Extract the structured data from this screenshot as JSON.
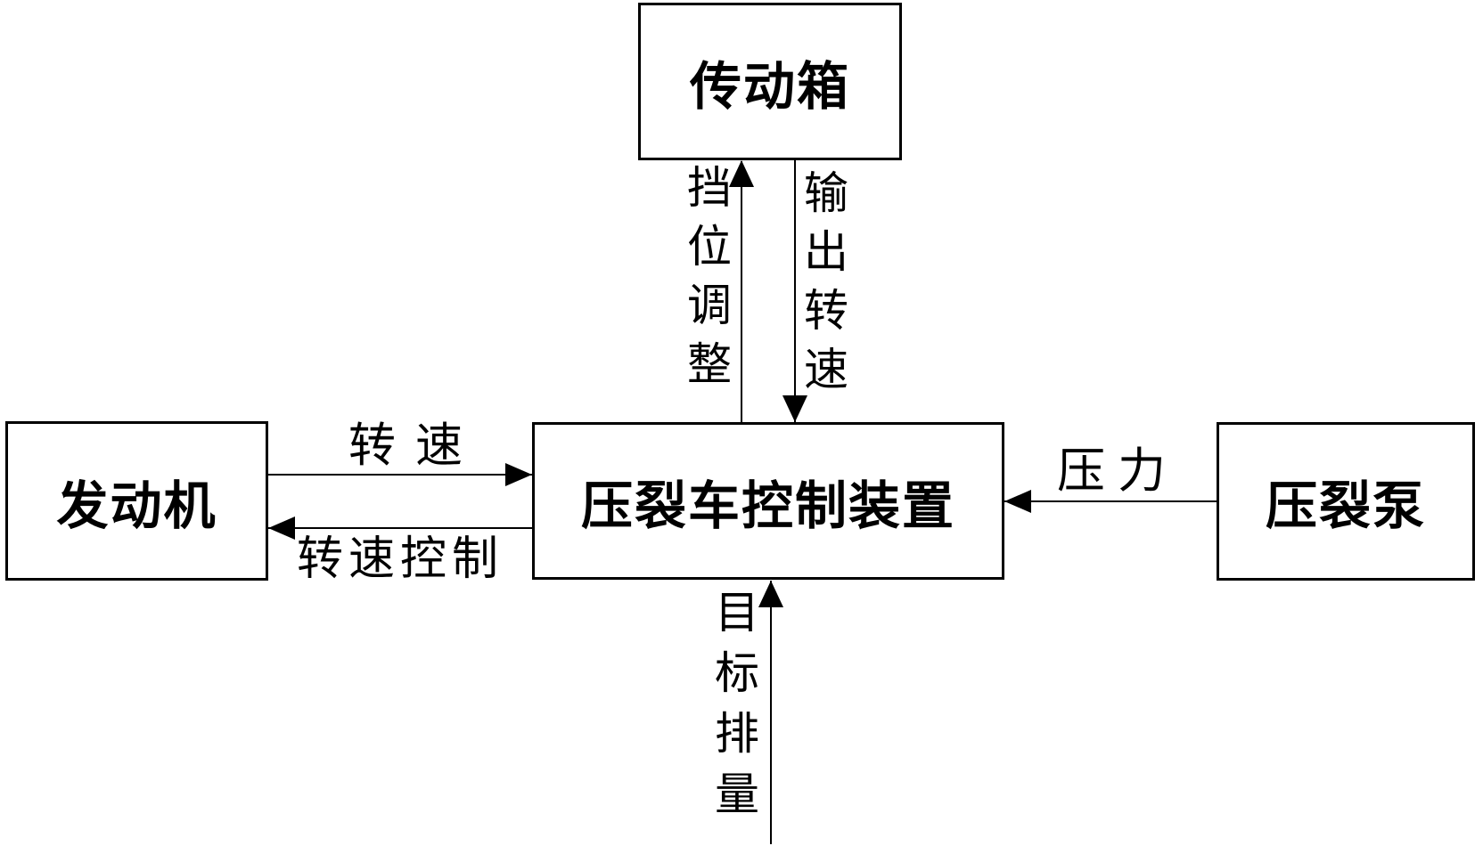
{
  "diagram": {
    "title_implicit": "压裂车控制系统框图",
    "background_color": "#ffffff",
    "line_color": "#000000",
    "nodes": [
      {
        "id": "transmission",
        "label": "传动箱"
      },
      {
        "id": "engine",
        "label": "发动机"
      },
      {
        "id": "controller",
        "label": "压裂车控制装置"
      },
      {
        "id": "pump",
        "label": "压裂泵"
      }
    ],
    "edges": [
      {
        "from": "controller",
        "to": "transmission",
        "label": "挡位调整",
        "direction": "up",
        "text_orientation": "vertical"
      },
      {
        "from": "transmission",
        "to": "controller",
        "label": "输出转速",
        "direction": "down",
        "text_orientation": "vertical"
      },
      {
        "from": "engine",
        "to": "controller",
        "label": "转速",
        "direction": "right",
        "text_orientation": "horizontal"
      },
      {
        "from": "controller",
        "to": "engine",
        "label": "转速控制",
        "direction": "left",
        "text_orientation": "horizontal"
      },
      {
        "from": "pump",
        "to": "controller",
        "label": "压力",
        "direction": "left",
        "text_orientation": "horizontal"
      },
      {
        "from": "external-input",
        "to": "controller",
        "label": "目标排量",
        "direction": "up",
        "text_orientation": "vertical"
      }
    ]
  }
}
